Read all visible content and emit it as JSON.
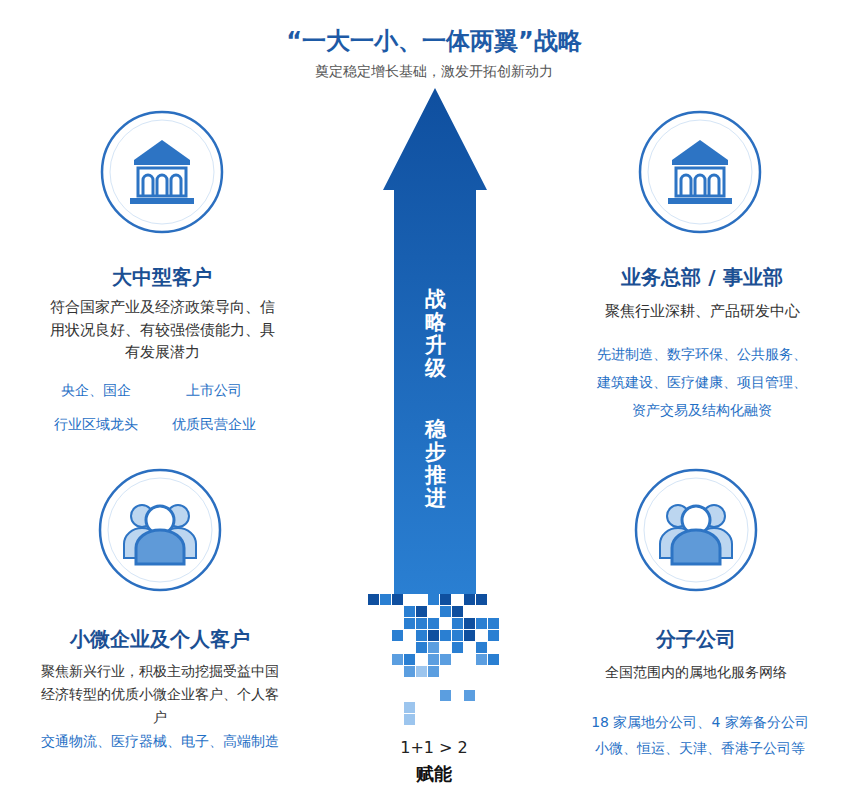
{
  "diagram": {
    "title": "“一大一小、一体两翼”战略",
    "nodes": [
      {
        "text": [
          "大中型客户",
          "符合国家产业及经济政策导向、信用状况良好、有较强偿债能力、具有发展潜力",
          "央企、国企",
          "上市公司",
          "行业区域龙头",
          "优质民营企业"
        ]
      },
      {
        "text": [
          "战略升级",
          "稳步推进"
        ]
      },
      {
        "text": [
          "业务总部 / 事业部",
          "聚焦行业深耕、产品研发中心",
          "先进制造、数字环保、公共服务、建筑建设、医疗健康、项目管理、资产交易及结构化融资"
        ]
      },
      {
        "text": [
          "小微企业及个人客户",
          "聚焦新兴行业，积极主动挖掘受益中国经济转型的优质小微企业客户、个人客户",
          "交通物流、医疗器械、电子、高端制造"
        ]
      },
      {
        "text": [
          "分子公司",
          "全国范围内的属地化服务网络",
          "18 家属地分公司、4 家筹备分公司 小微、恒运、天津、香港子公司等"
        ]
      }
    ],
    "labels": [
      "奠定稳定增长基础，激发开拓创新动力",
      "1+1 > 2",
      "赋能"
    ]
  }
}
